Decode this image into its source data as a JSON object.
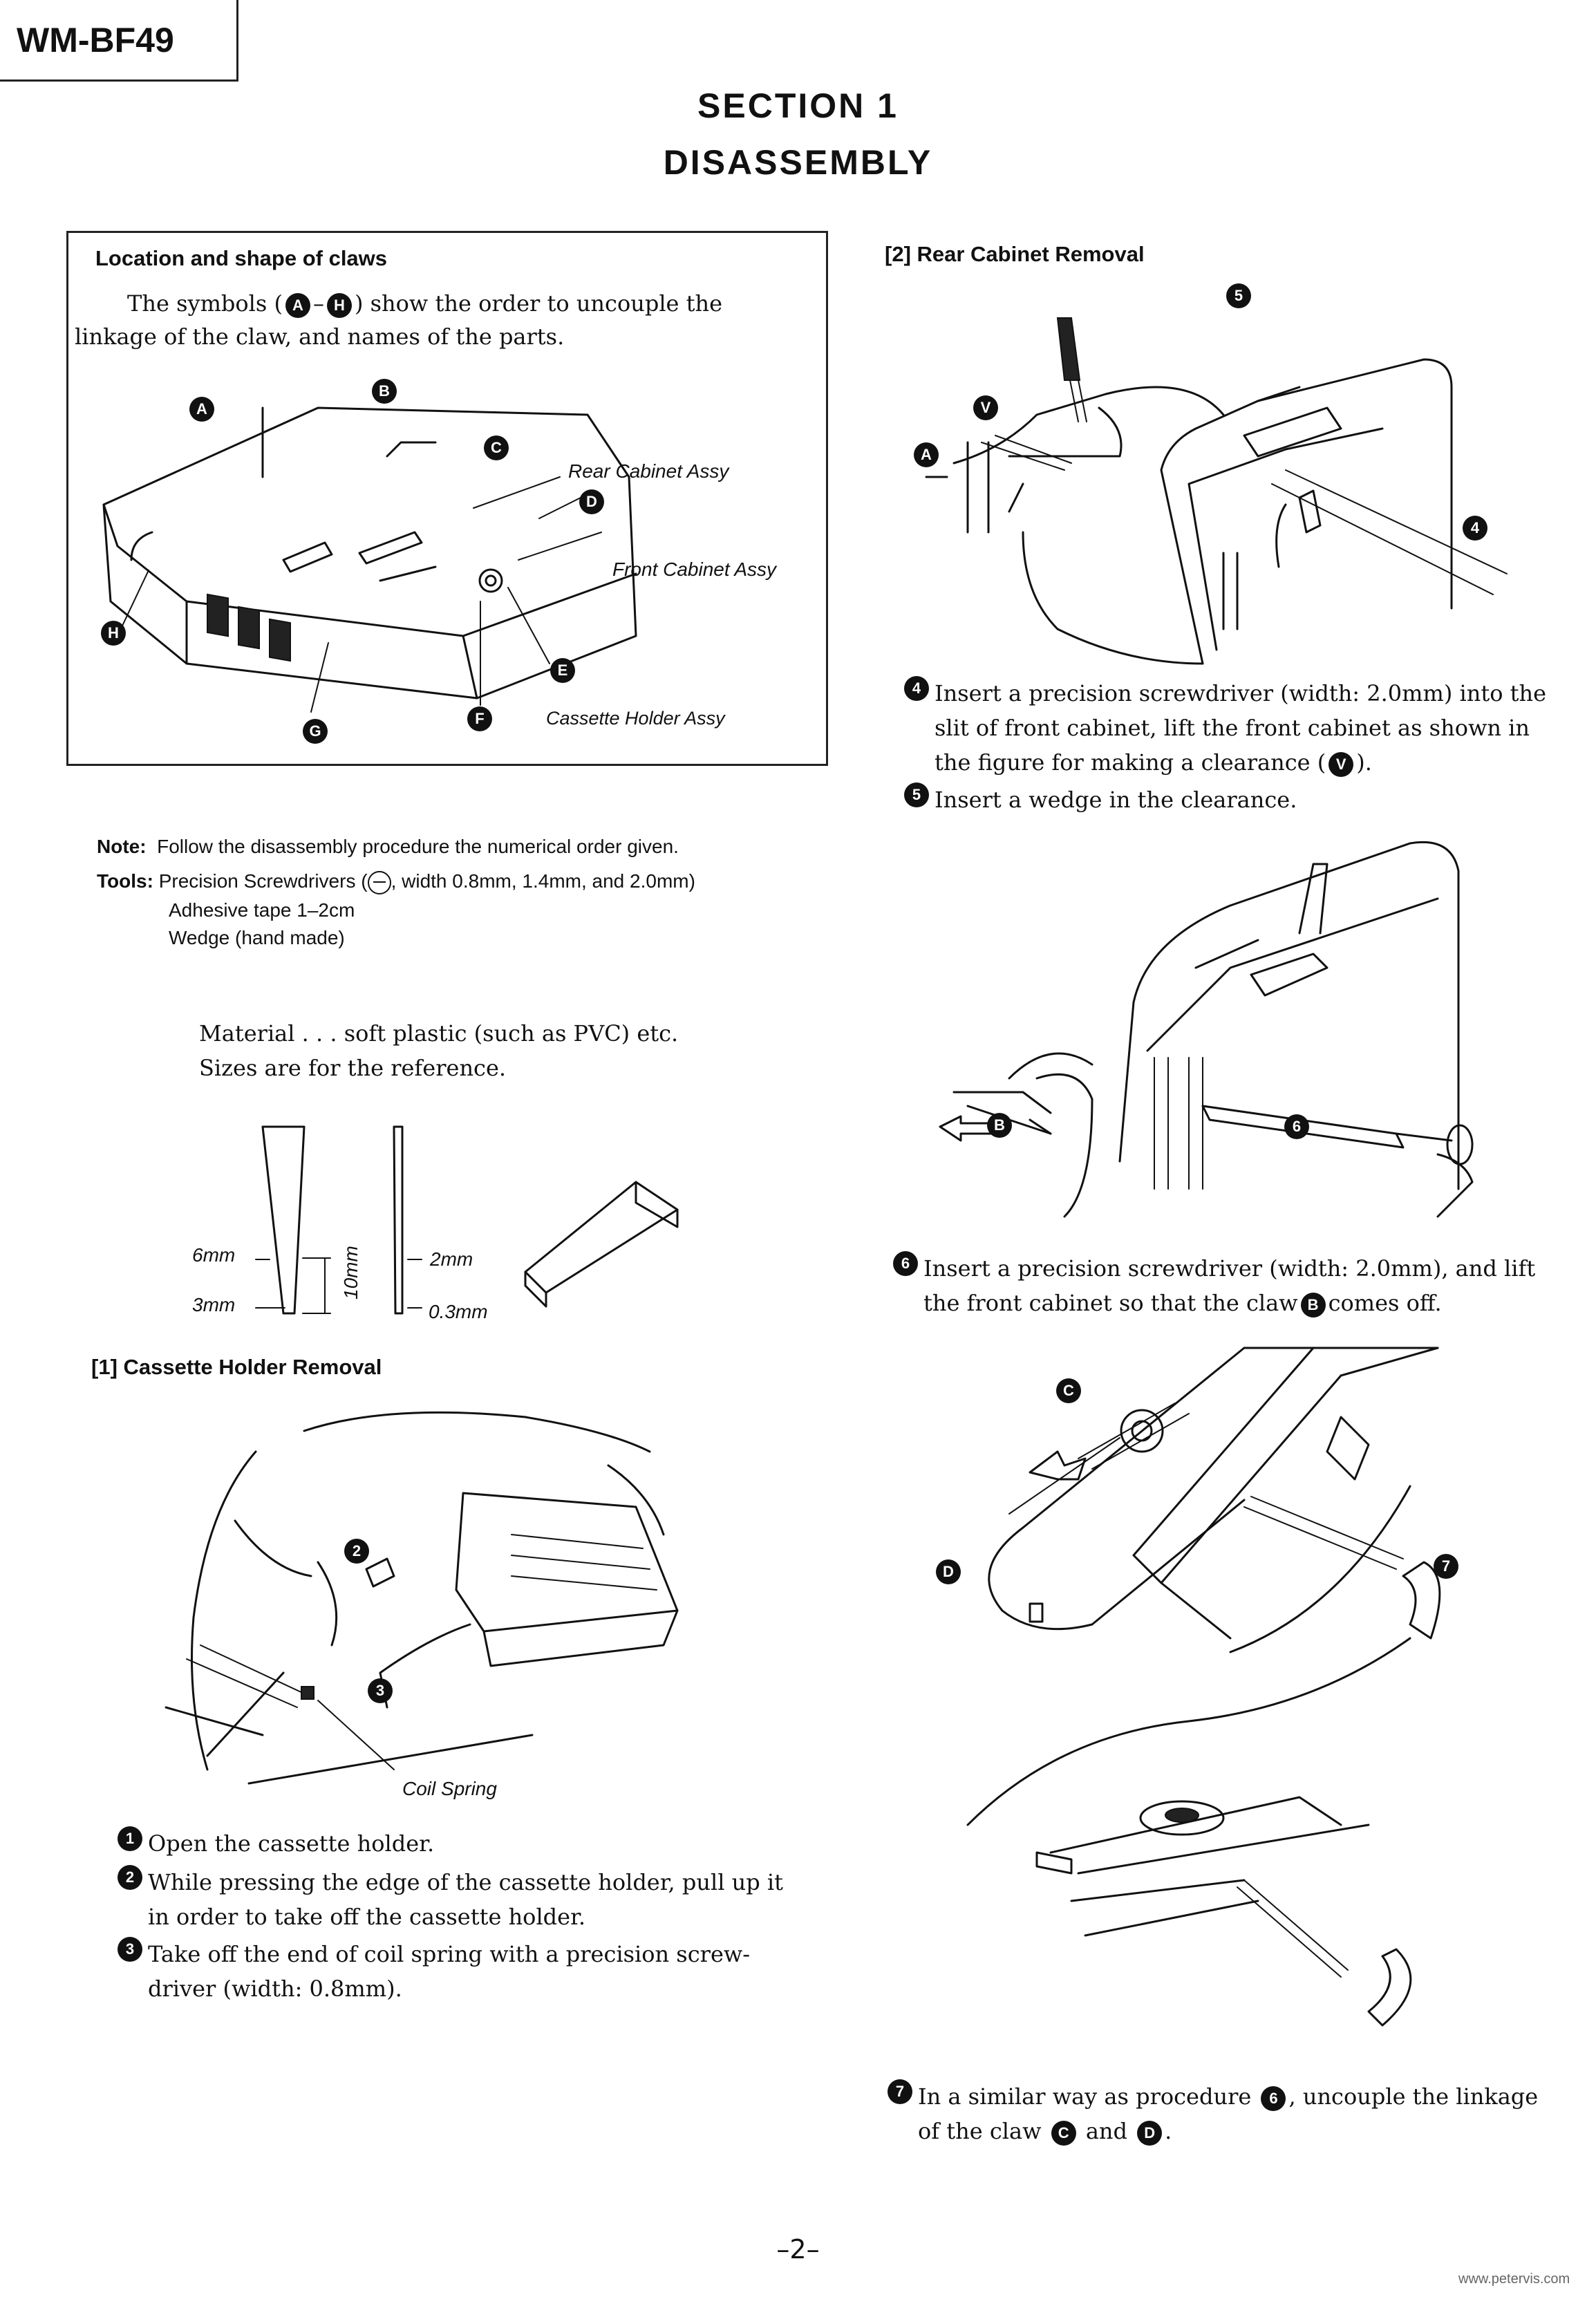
{
  "model": "WM-BF49",
  "section": {
    "line1": "SECTION 1",
    "line2": "DISASSEMBLY"
  },
  "claws_box": {
    "title": "Location and shape of claws",
    "intro_pre": "The symbols (",
    "intro_range_start": "A",
    "intro_dash": "–",
    "intro_range_end": "H",
    "intro_post": ") show the order to uncouple the",
    "intro_line2": "linkage of the claw, and names of the parts.",
    "markers": [
      "A",
      "B",
      "C",
      "D",
      "E",
      "F",
      "G",
      "H"
    ],
    "labels": {
      "rear": "Rear Cabinet Assy",
      "front": "Front Cabinet Assy",
      "holder": "Cassette Holder Assy"
    }
  },
  "note": {
    "note_label": "Note:",
    "note_text": "Follow the disassembly procedure the numerical order given.",
    "tools_label": "Tools:",
    "tools_line1_a": "Precision Screwdrivers (",
    "tools_line1_b": ", width 0.8mm, 1.4mm, and 2.0mm)",
    "tools_line2": "Adhesive tape 1–2cm",
    "tools_line3": "Wedge (hand made)"
  },
  "material": {
    "line1": "Material . . . soft plastic (such as PVC) etc.",
    "line2": "Sizes are for the reference."
  },
  "wedge_dims": {
    "w_top": "6mm",
    "w_bottom": "3mm",
    "length": "10mm",
    "t_top": "2mm",
    "t_bottom": "0.3mm"
  },
  "section1": {
    "heading": "[1]  Cassette Holder Removal",
    "marker_2": "2",
    "marker_3": "3",
    "coil_label": "Coil Spring",
    "steps": [
      {
        "num": "1",
        "lines": [
          "Open the cassette holder."
        ]
      },
      {
        "num": "2",
        "lines": [
          "While pressing the edge of the cassette holder, pull up it",
          "in order to take off the cassette holder."
        ]
      },
      {
        "num": "3",
        "lines": [
          "Take off the end of coil spring with a precision screw-",
          "driver (width: 0.8mm)."
        ]
      }
    ]
  },
  "section2": {
    "heading": "[2]  Rear Cabinet Removal",
    "fig1_markers": {
      "five": "5",
      "v": "V",
      "a": "A",
      "four": "4"
    },
    "step4_num": "4",
    "step4_line1": "Insert a precision screwdriver (width: 2.0mm) into the",
    "step4_line2": "slit of front cabinet, lift the front cabinet as shown in",
    "step4_line3_pre": "the figure for making a clearance (",
    "step4_line3_marker": "V",
    "step4_line3_post": ").",
    "step5_num": "5",
    "step5_text": "Insert a wedge in the clearance.",
    "fig2_markers": {
      "b": "B",
      "six": "6"
    },
    "step6_num": "6",
    "step6_line1": "Insert a precision screwdriver (width: 2.0mm), and lift",
    "step6_line2_pre": "the front cabinet so that the claw",
    "step6_line2_marker": "B",
    "step6_line2_post": "comes off.",
    "fig3_markers": {
      "c": "C",
      "d": "D",
      "seven": "7"
    },
    "step7_num": "7",
    "step7_line1_pre": "In a similar way as procedure",
    "step7_line1_marker": "6",
    "step7_line1_post": ", uncouple the linkage",
    "step7_line2_pre": "of the claw",
    "step7_line2_m1": "C",
    "step7_line2_and": "and",
    "step7_line2_m2": "D",
    "step7_line2_post": "."
  },
  "page_number": "–2–",
  "watermark": "www.petervis.com"
}
